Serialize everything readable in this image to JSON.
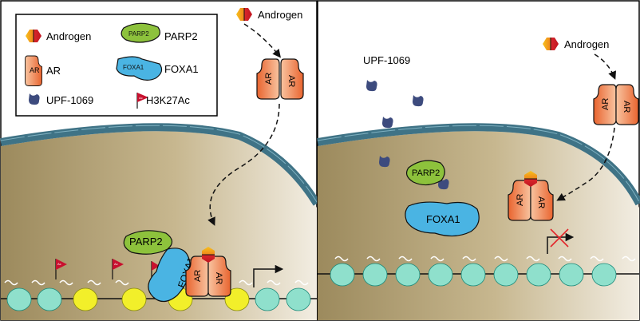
{
  "legend": {
    "items": [
      {
        "icon": "androgen-hexagon-icon",
        "label": "Androgen"
      },
      {
        "icon": "parp2-blob-icon",
        "label": "PARP2",
        "inner": "PARP2"
      },
      {
        "icon": "ar-subunit-icon",
        "label": "AR",
        "inner": "AR"
      },
      {
        "icon": "foxa1-blob-icon",
        "label": "FOXA1",
        "inner": "FOXA1"
      },
      {
        "icon": "upf-1069-icon",
        "label": "UPF-1069"
      },
      {
        "icon": "h3k27ac-flag-icon",
        "label": "H3K27Ac",
        "inner": "Ac"
      }
    ]
  },
  "left_panel": {
    "androgen_label": "Androgen",
    "ar_label": "AR",
    "parp2_label": "PARP2",
    "foxa1_label": "FOXA1",
    "flag_label": "Ac"
  },
  "right_panel": {
    "androgen_label": "Androgen",
    "drug_label": "UPF-1069",
    "ar_label": "AR",
    "parp2_label": "PARP2",
    "foxa1_label": "FOXA1"
  },
  "colors": {
    "cytoplasm_bg": "#ffffff",
    "nucleus_light": "#efe9dc",
    "nucleus_dark": "#9c8a5d",
    "membrane": "#3f7386",
    "androgen_red": "#d7262b",
    "androgen_yellow": "#f6b21b",
    "ar_light": "#f8c09a",
    "ar_dark": "#ea6a35",
    "parp2": "#8dc23c",
    "foxa1": "#4ab4e3",
    "upf": "#3d4b7e",
    "flag": "#c8102e",
    "nucleosome_teal": "#8fe0cc",
    "nucleosome_yellow": "#f2ef2a"
  }
}
